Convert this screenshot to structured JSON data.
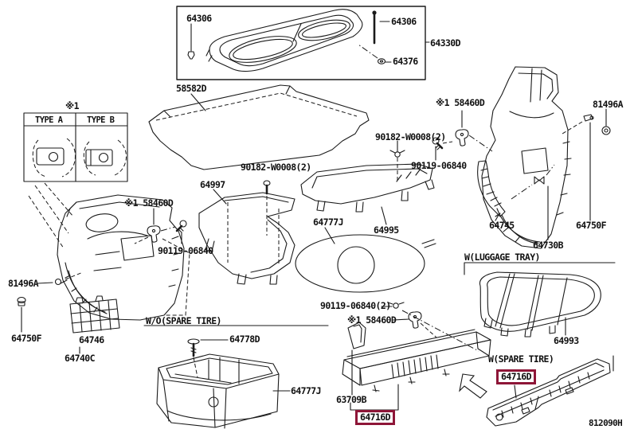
{
  "colors": {
    "background": "#ffffff",
    "line": "#1a1a1a",
    "text": "#111111",
    "highlight_box": "#8e1638"
  },
  "footer": {
    "diagram_code": "812090H"
  },
  "type_table": {
    "note": "※1",
    "columns": [
      "TYPE A",
      "TYPE B"
    ],
    "cell_content": [
      "luggage-hook-type-a-drawing",
      "luggage-hook-type-b-drawing"
    ]
  },
  "labels": [
    {
      "text": "64306"
    },
    {
      "text": "64306"
    },
    {
      "text": "64330D"
    },
    {
      "text": "64376"
    },
    {
      "text": "58582D"
    },
    {
      "text": "90182-W0008(2)"
    },
    {
      "text": "※1"
    },
    {
      "text": "※1 58460D"
    },
    {
      "text": "90182-W0008(2)"
    },
    {
      "text": "90119-06840"
    },
    {
      "text": "81496A"
    },
    {
      "text": "※1 58460D"
    },
    {
      "text": "90119-06840"
    },
    {
      "text": "81496A"
    },
    {
      "text": "64997"
    },
    {
      "text": "64777J"
    },
    {
      "text": "64995"
    },
    {
      "text": "64745"
    },
    {
      "text": "64750F"
    },
    {
      "text": "64730B"
    },
    {
      "text": "W(LUGGAGE TRAY)"
    },
    {
      "text": "64993"
    },
    {
      "text": "64750F"
    },
    {
      "text": "64746"
    },
    {
      "text": "64740C"
    },
    {
      "text": "W/O(SPARE TIRE)"
    },
    {
      "text": "64778D"
    },
    {
      "text": "64777J"
    },
    {
      "text": "90119-06840(2)"
    },
    {
      "text": "※1 58460D"
    },
    {
      "text": "63709B"
    },
    {
      "text": "64716D",
      "highlighted": true
    },
    {
      "text": "W(SPARE TIRE)"
    },
    {
      "text": "64716D",
      "highlighted": true
    }
  ]
}
